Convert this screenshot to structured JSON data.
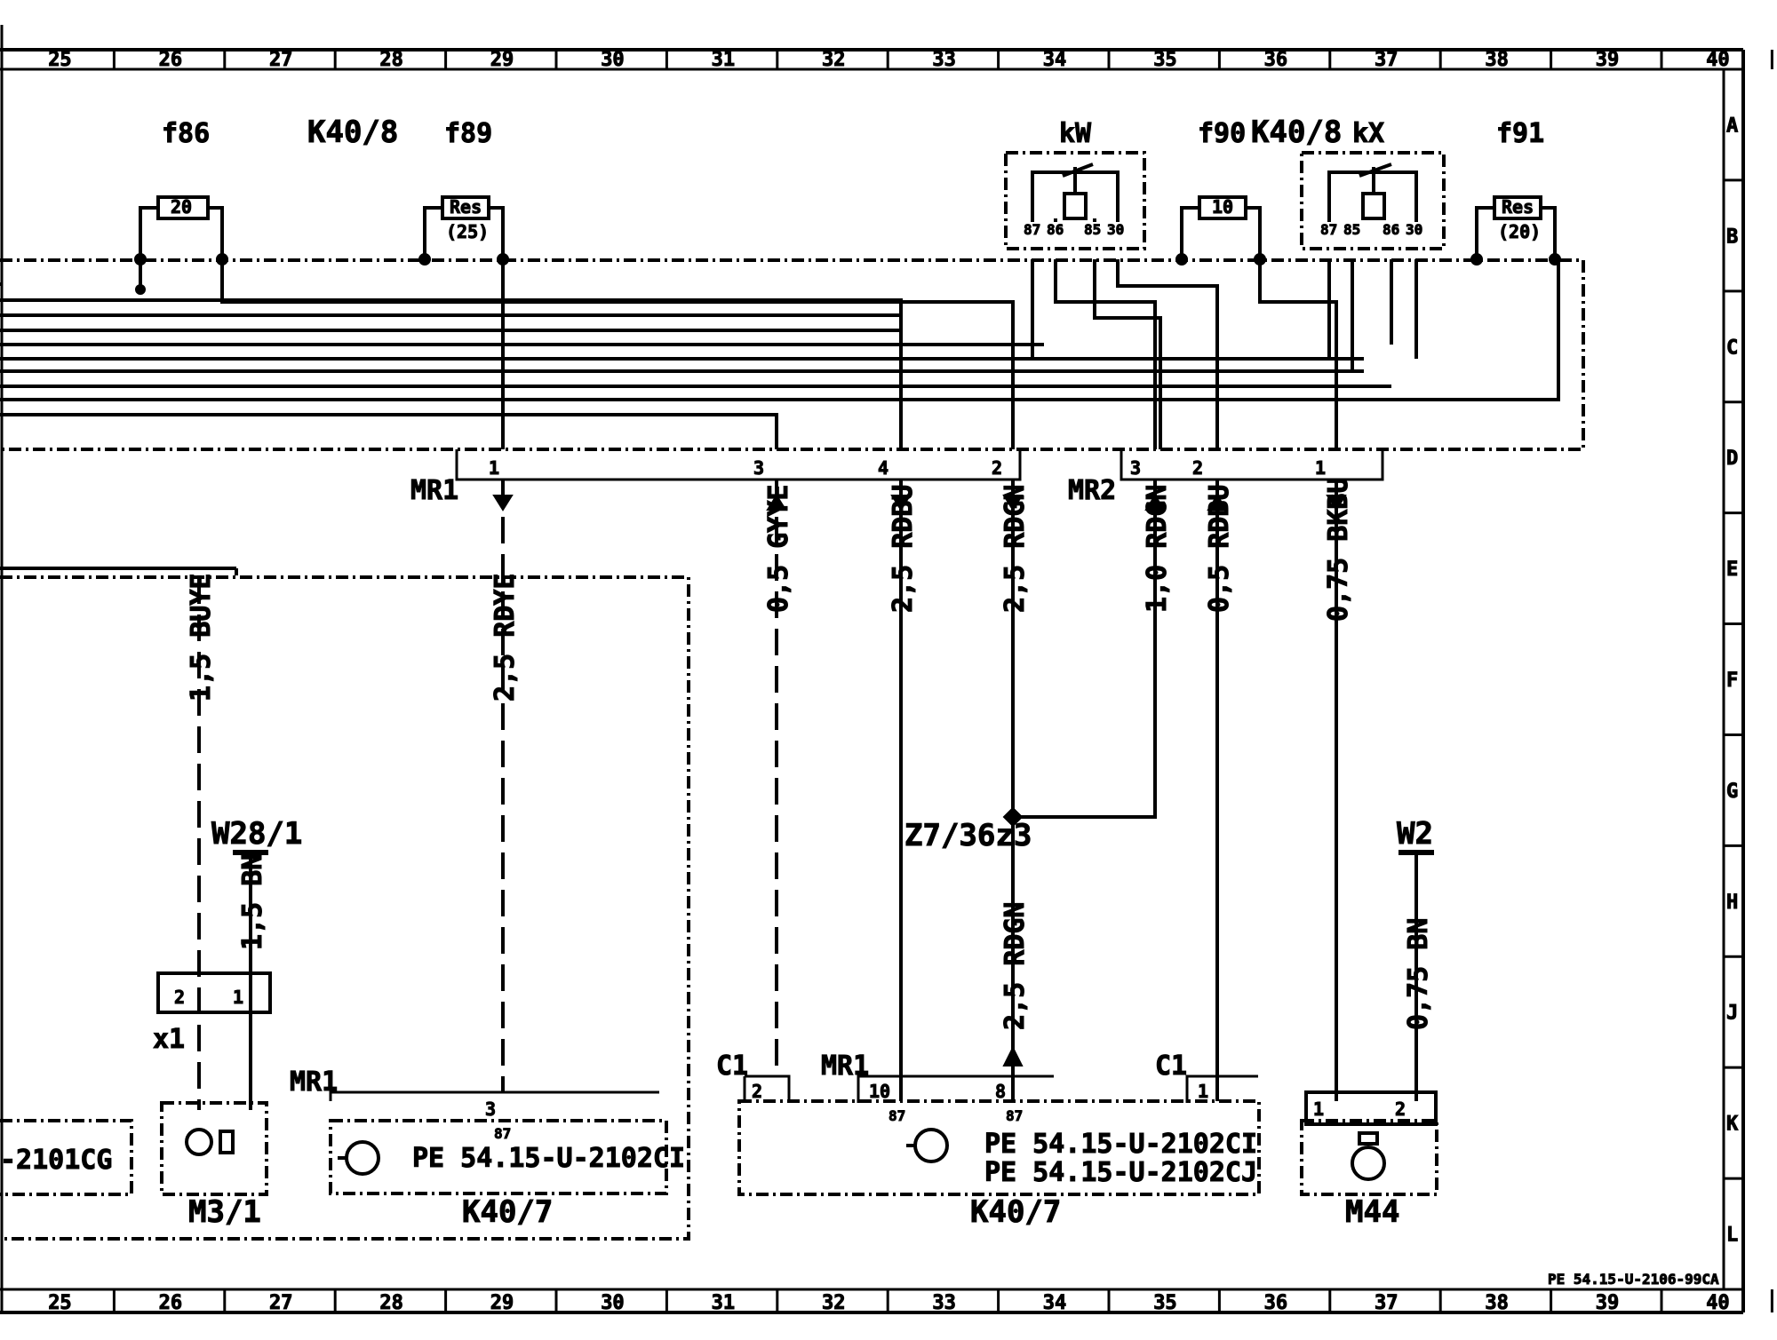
{
  "sheet": {
    "columns": [
      "25",
      "26",
      "27",
      "28",
      "29",
      "30",
      "31",
      "32",
      "33",
      "34",
      "35",
      "36",
      "37",
      "38",
      "39",
      "40"
    ],
    "rows": [
      "A",
      "B",
      "C",
      "D",
      "E",
      "F",
      "G",
      "H",
      "J",
      "K",
      "L"
    ],
    "drawing_number": "PE 54.15-U-2106-99CA"
  },
  "fuses": [
    {
      "id": "f86",
      "rating": "20",
      "note": ""
    },
    {
      "id": "f89",
      "rating": "Res",
      "note": "(25)"
    },
    {
      "id": "f90",
      "rating": "10",
      "note": ""
    },
    {
      "id": "f91",
      "rating": "Res",
      "note": "(20)"
    }
  ],
  "fusebox_label_1": "K40/8",
  "fusebox_label_2": "K40/8",
  "relays": [
    {
      "id": "kW",
      "pins": [
        "87",
        "86",
        "85",
        "30"
      ]
    },
    {
      "id": "kX",
      "pins": [
        "87",
        "85",
        "86",
        "30"
      ]
    }
  ],
  "connectors": {
    "mr1": {
      "label": "MR1",
      "pins": [
        "1",
        "3",
        "4",
        "2"
      ]
    },
    "mr2": {
      "label": "MR2",
      "pins": [
        "3",
        "2",
        "1"
      ]
    }
  },
  "wires": [
    {
      "id": "w-buye",
      "label": "1,5 BUYE"
    },
    {
      "id": "w-rdye",
      "label": "2,5 RDYE"
    },
    {
      "id": "w-gyye",
      "label": "0,5 GYYE"
    },
    {
      "id": "w-rdbu-1",
      "label": "2,5 RDBU"
    },
    {
      "id": "w-rdgn-1",
      "label": "2,5 RDGN"
    },
    {
      "id": "w-rdgn-2",
      "label": "1,0 RDGN"
    },
    {
      "id": "w-rdbu-2",
      "label": "0,5 RDBU"
    },
    {
      "id": "w-bkbu",
      "label": "0,75 BKBU"
    },
    {
      "id": "w-bn-1",
      "label": "1,5 BN"
    },
    {
      "id": "w-rdgn-3",
      "label": "2,5 RDGN"
    },
    {
      "id": "w-bn-2",
      "label": "0,75 BN"
    }
  ],
  "grounds": {
    "w28": "W28/1",
    "w2": "W2"
  },
  "splice": "Z7/36z3",
  "plugs": {
    "x1": "x1",
    "x1_pin_2": "2",
    "x1_pin_1": "1",
    "c1_left": "C1",
    "c1_left_pin": "2",
    "mr1_k40": "MR1",
    "mr1_k40_pins": [
      "10",
      "8"
    ],
    "pin87_a": "87",
    "pin87_b": "87",
    "pin87_c": "87",
    "c1_right": "C1",
    "c1_right_pin": "1",
    "mr1_left": "MR1",
    "mr1_left_pin": "3",
    "m44_pin_1": "1",
    "m44_pin_2": "2"
  },
  "components": {
    "cut_ref": "-2101CG",
    "m31": "M3/1",
    "k40_7_left": "K40/7",
    "k40_7_left_ref": "PE  54.15-U-2102CI",
    "k40_7_right": "K40/7",
    "k40_7_right_ref_1": "PE  54.15-U-2102CI",
    "k40_7_right_ref_2": "PE  54.15-U-2102CJ",
    "m44": "M44"
  }
}
